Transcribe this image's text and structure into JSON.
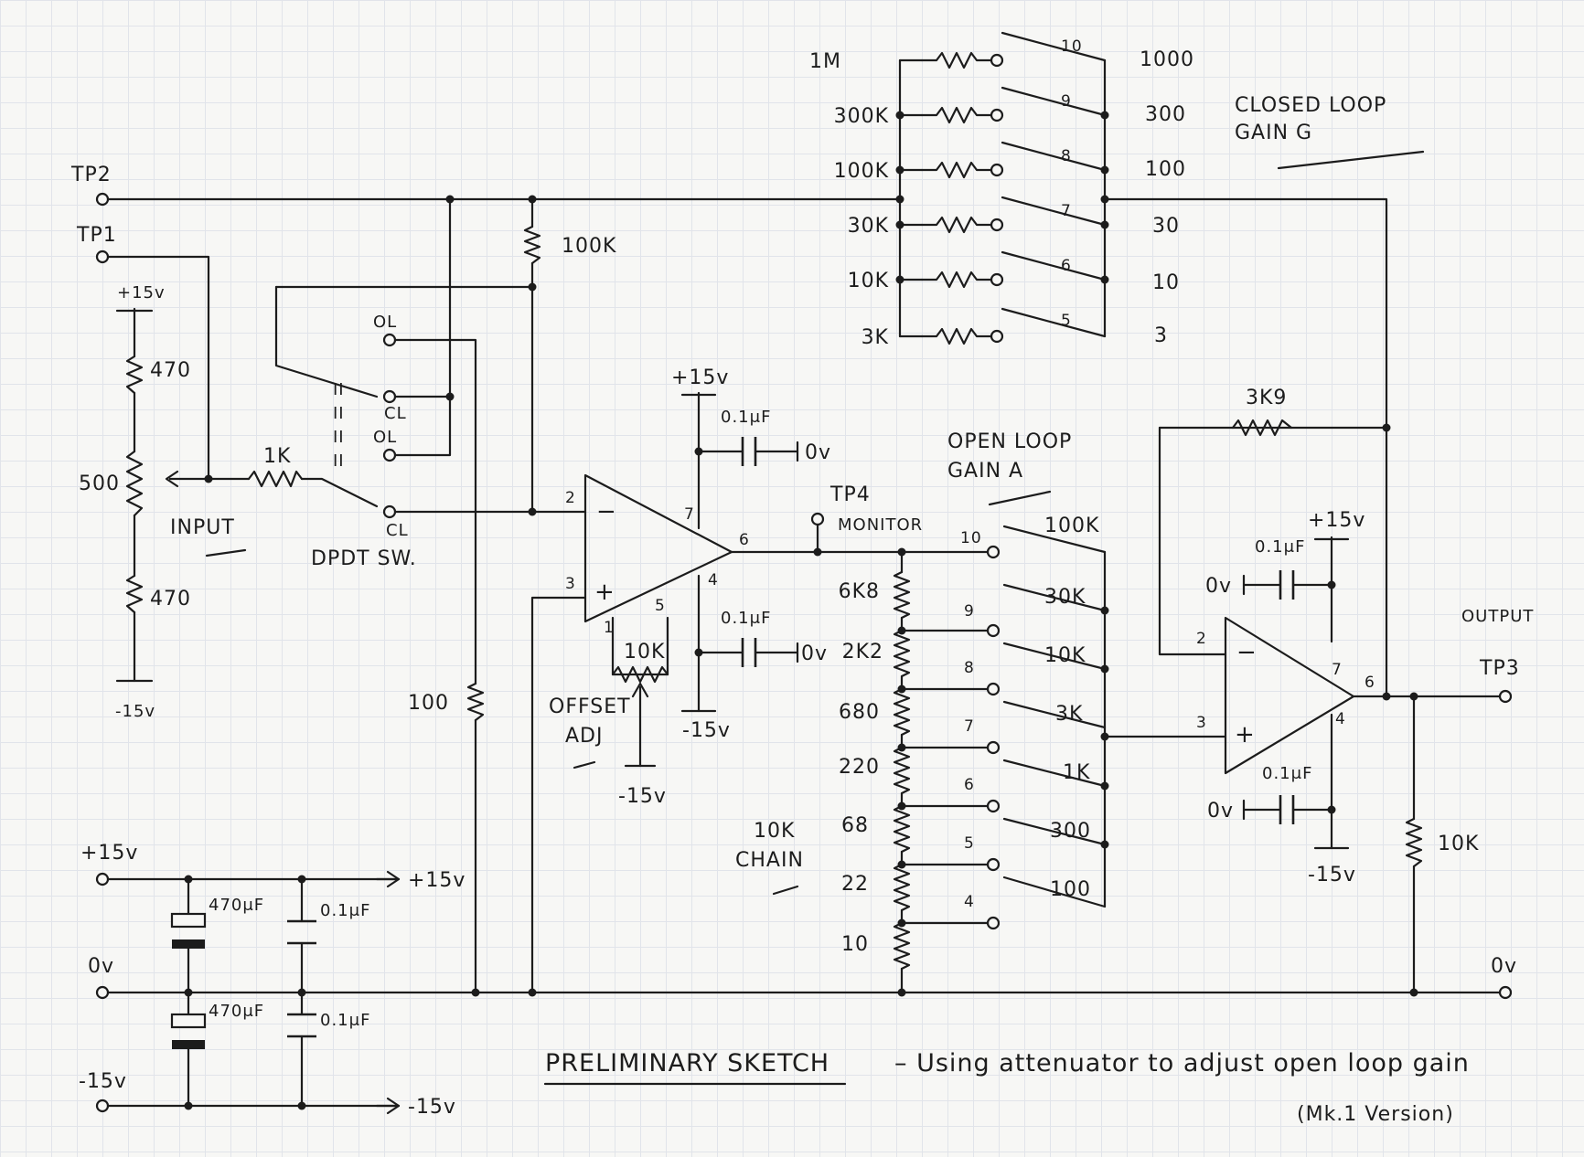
{
  "terminals": {
    "tp1": "TP1",
    "tp2": "TP2",
    "tp3": "TP3",
    "tp4": "TP4",
    "output": "OUTPUT",
    "out_0v": "0v",
    "monitor": "MONITOR"
  },
  "input_section": {
    "pos_supply": "+15v",
    "neg_supply": "-15v",
    "r_top": "470",
    "pot": "500",
    "r_bottom": "470",
    "input_label": "INPUT",
    "r_series": "1K",
    "r_shunt": "100"
  },
  "switch": {
    "label": "DPDT SW.",
    "ol_top": "OL",
    "cl_upper": "CL",
    "ol_lower": "OL",
    "cl_lower": "CL",
    "mark_1": "II",
    "mark_2": "II",
    "mark_3": "II",
    "mark_4": "II"
  },
  "opamp1": {
    "pin2": "2",
    "pin3": "3",
    "pin7": "7",
    "pin6": "6",
    "pin4": "4",
    "pin1": "1",
    "pin5": "5",
    "minus": "−",
    "plus": "+",
    "r_feedback": "100K",
    "vpos": "+15v",
    "vneg": "-15v",
    "cap_top": "0.1μF",
    "cap_top_gnd": "0v",
    "cap_bottom": "0.1μF",
    "cap_bottom_gnd": "0v",
    "offset_pot": "10K",
    "offset_label_1": "OFFSET",
    "offset_label_2": "ADJ",
    "offset_supply": "-15v"
  },
  "closed_loop": {
    "title_1": "CLOSED LOOP",
    "title_2": "GAIN G",
    "resistors": [
      "1M",
      "300K",
      "100K",
      "30K",
      "10K",
      "3K"
    ],
    "positions": [
      "10",
      "9",
      "8",
      "7",
      "6",
      "5"
    ],
    "gains": [
      "1000",
      "300",
      "100",
      "30",
      "10",
      "3"
    ]
  },
  "open_loop": {
    "title_1": "OPEN LOOP",
    "title_2": "GAIN A",
    "chain_1": "10K",
    "chain_2": "CHAIN",
    "resistors": [
      "6K8",
      "2K2",
      "680",
      "220",
      "68",
      "22",
      "10"
    ],
    "positions": [
      "10",
      "9",
      "8",
      "7",
      "6",
      "5",
      "4"
    ],
    "gains": [
      "100K",
      "30K",
      "10K",
      "3K",
      "1K",
      "300",
      "100"
    ]
  },
  "opamp2": {
    "pin2": "2",
    "pin3": "3",
    "pin7": "7",
    "pin6": "6",
    "pin4": "4",
    "minus": "−",
    "plus": "+",
    "r_feedback": "3K9",
    "vpos": "+15v",
    "vneg": "-15v",
    "cap_top": "0.1μF",
    "cap_top_gnd": "0v",
    "cap_bottom": "0.1μF",
    "cap_bottom_gnd": "0v",
    "r_load": "10K"
  },
  "power": {
    "in_pos": "+15v",
    "in_0v": "0v",
    "in_neg": "-15v",
    "out_pos": "+15v",
    "out_neg": "-15v",
    "c1": "470μF",
    "c2": "0.1μF",
    "c3": "470μF",
    "c4": "0.1μF"
  },
  "caption": {
    "title": "PRELIMINARY SKETCH",
    "text": "– Using attenuator to adjust open loop gain",
    "version": "(Mk.1 Version)"
  }
}
